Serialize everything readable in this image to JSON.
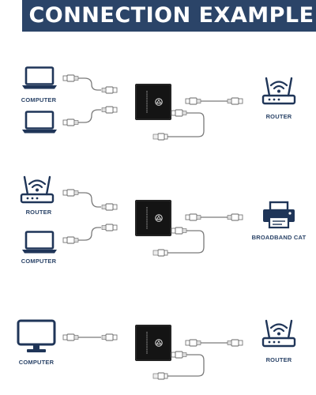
{
  "header": {
    "title": "CONNECTION EXAMPLE"
  },
  "colors": {
    "banner": "#2b4468",
    "label_text": "#2b4468",
    "device_icon": "#1f3558",
    "cable": "#7a7a7a",
    "switch_box": "#141414"
  },
  "diagrams": [
    {
      "left_devices": [
        {
          "label": "COMPUTER",
          "icon": "laptop-icon"
        },
        {
          "label": "",
          "icon": "laptop-icon"
        }
      ],
      "right_device": {
        "label": "ROUTER",
        "icon": "router-icon"
      }
    },
    {
      "left_devices": [
        {
          "label": "ROUTER",
          "icon": "router-icon"
        },
        {
          "label": "COMPUTER",
          "icon": "laptop-icon"
        }
      ],
      "right_device": {
        "label": "BROADBAND CAT",
        "icon": "printer-icon"
      }
    },
    {
      "left_devices": [
        {
          "label": "COMPUTER",
          "icon": "monitor-icon"
        }
      ],
      "right_device": {
        "label": "ROUTER",
        "icon": "router-icon"
      }
    }
  ]
}
